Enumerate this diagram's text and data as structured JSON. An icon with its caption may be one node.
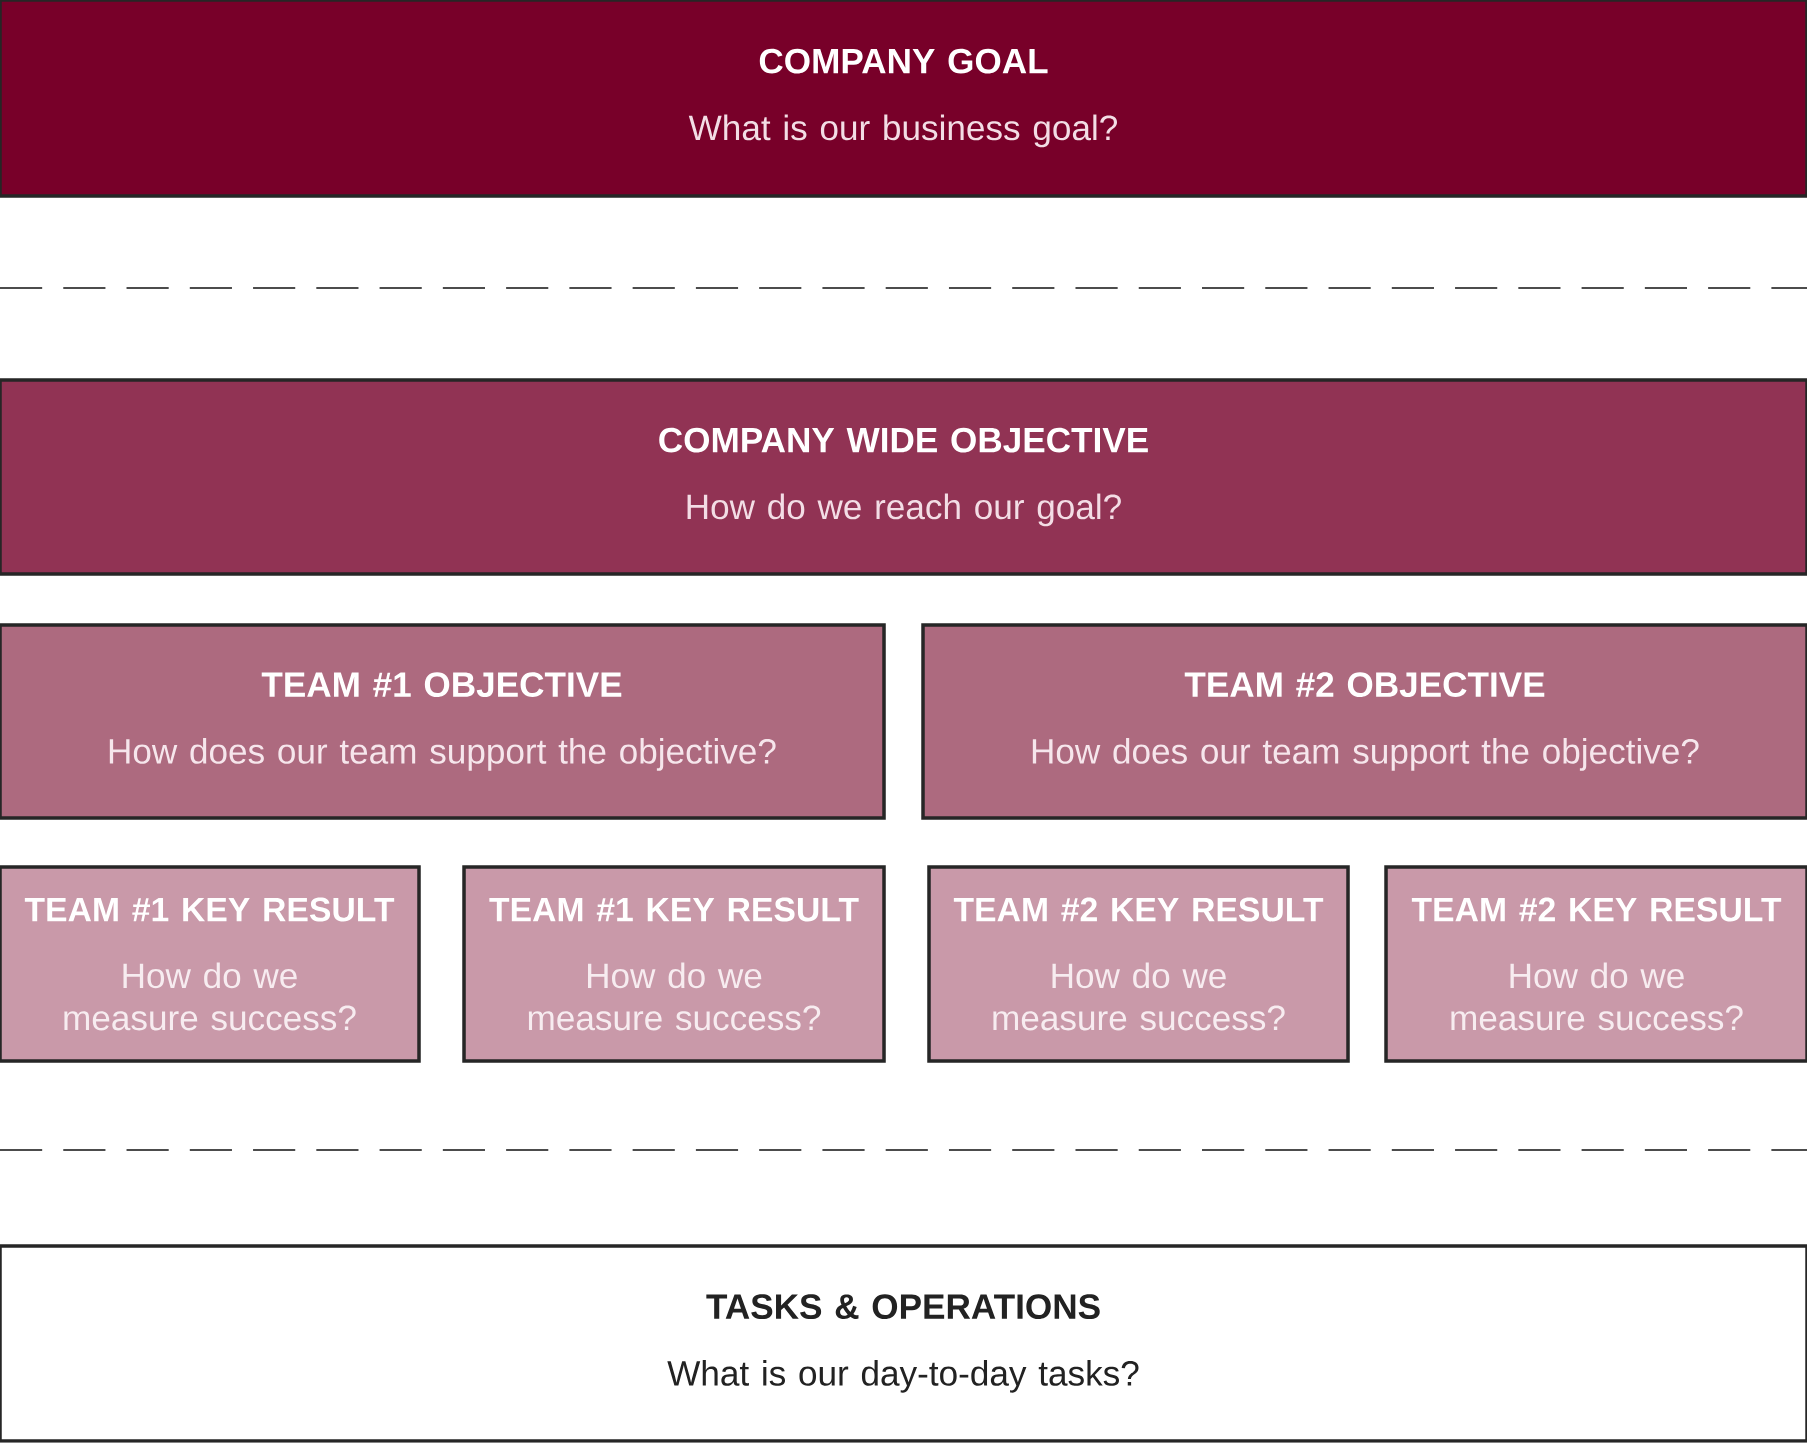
{
  "diagram": {
    "nodes": [
      {
        "text": [
          "COMPANY GOAL",
          "What is our business goal?"
        ]
      },
      {
        "text": [
          "COMPANY WIDE OBJECTIVE",
          "How do we reach our goal?"
        ]
      },
      {
        "text": [
          "TEAM #1 OBJECTIVE",
          "How does our team support the objective?"
        ]
      },
      {
        "text": [
          "TEAM #2 OBJECTIVE",
          "How does our team support the objective?"
        ]
      },
      {
        "text": [
          "TEAM #1 KEY RESULT",
          "How do we measure success?"
        ]
      },
      {
        "text": [
          "TEAM #1 KEY RESULT",
          "How do we measure success?"
        ]
      },
      {
        "text": [
          "TEAM #2 KEY RESULT",
          "How do we measure success?"
        ]
      },
      {
        "text": [
          "TEAM #2 KEY RESULT",
          "How do we measure success?"
        ]
      },
      {
        "text": [
          "TASKS & OPERATIONS",
          "What is our day-to-day tasks?"
        ]
      }
    ]
  }
}
